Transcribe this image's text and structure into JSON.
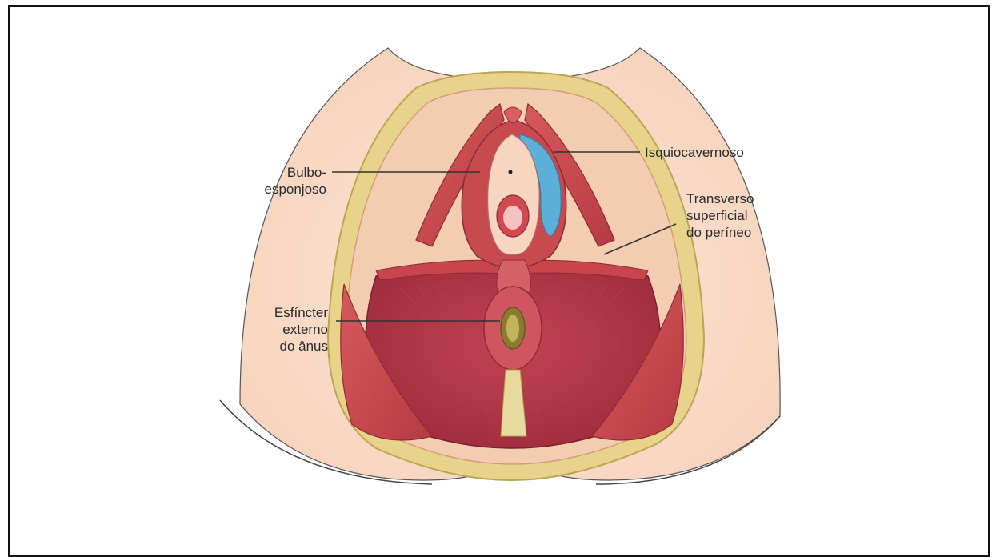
{
  "labels": {
    "bulbo": [
      "Bulbo-",
      "esponjoso"
    ],
    "isquio": [
      "Isquiocavernoso"
    ],
    "transverso": [
      "Transverso",
      "superficial",
      "do períneo"
    ],
    "esfincter": [
      "Esfíncter",
      "externo",
      "do ânus"
    ]
  },
  "colors": {
    "skin": "#f9dcc8",
    "fat": "#e6d68d",
    "muscle": "#c84a4e",
    "muscle_dark": "#9e2a33",
    "fascia": "#f4d8bd",
    "gland": "#5cb0d8",
    "outline": "#222222"
  }
}
